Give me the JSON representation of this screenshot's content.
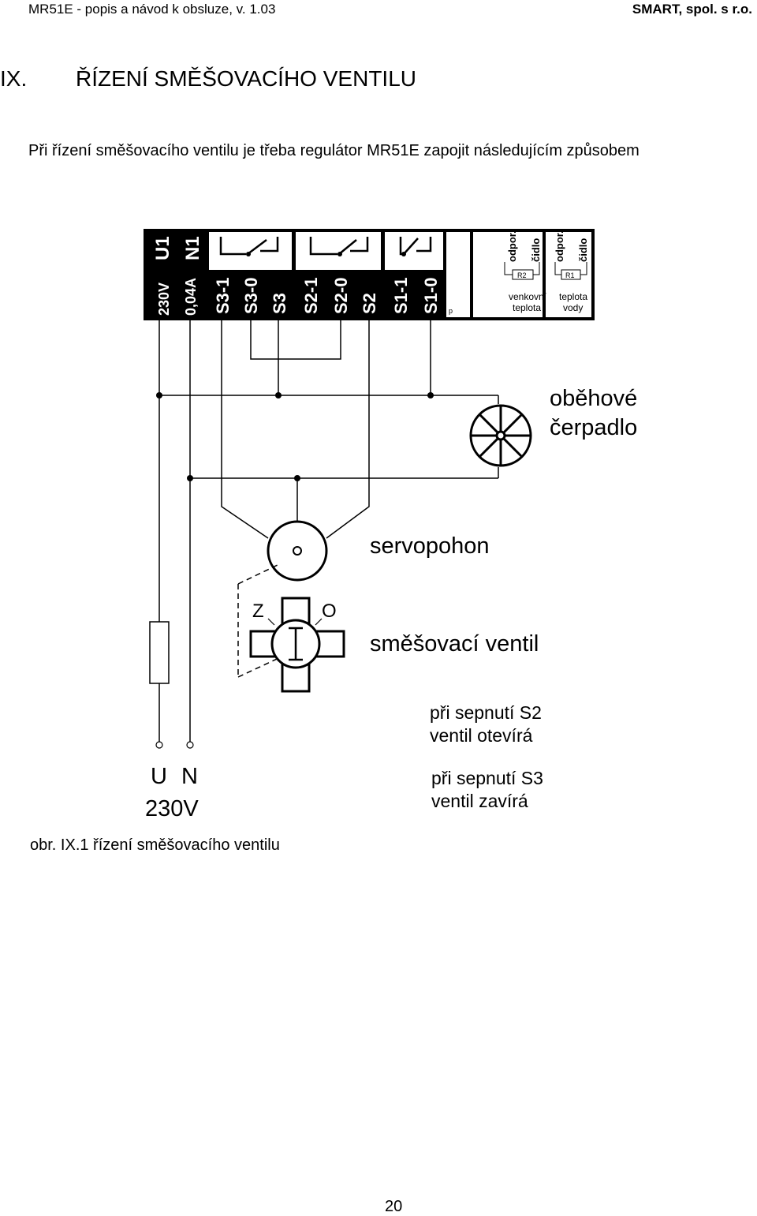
{
  "header": {
    "left": "MR51E  - popis a návod k obsluze, v. 1.03",
    "right": "SMART, spol. s r.o."
  },
  "section": {
    "number": "IX.",
    "title": "ŘÍZENÍ SMĚŠOVACÍHO VENTILU"
  },
  "intro": "Při řízení směšovacího ventilu je třeba regulátor MR51E zapojit následujícím způsobem",
  "terminal_block": {
    "power_top": [
      "U1",
      "N1"
    ],
    "power_bottom": [
      "230V",
      "0,04A"
    ],
    "relay_terminals": [
      "S3-1",
      "S3-0",
      "S3",
      "S2-1",
      "S2-0",
      "S2",
      "S1-1",
      "S1-0"
    ],
    "p_label": "p",
    "sensor_left": {
      "top": [
        "odpor.",
        "čidlo"
      ],
      "resistor": "R2",
      "bottom": [
        "venkovní",
        "teplota"
      ]
    },
    "sensor_right": {
      "top": [
        "odpor.",
        "čidlo"
      ],
      "resistor": "R1",
      "bottom": [
        "teplota",
        "vody"
      ]
    }
  },
  "labels": {
    "pump": [
      "oběhové",
      "čerpadlo"
    ],
    "actuator": "servopohon",
    "valve": "směšovací ventil",
    "valve_z": "Z",
    "valve_o": "O",
    "note_s2": [
      "při sepnutí S2",
      "ventil  otevírá"
    ],
    "note_s3": [
      "při sepnutí S3",
      "ventil  zavírá"
    ],
    "supply_u": "U",
    "supply_n": "N",
    "supply_v": "230V"
  },
  "caption": "obr. IX.1 řízení směšovacího ventilu",
  "page_number": "20"
}
